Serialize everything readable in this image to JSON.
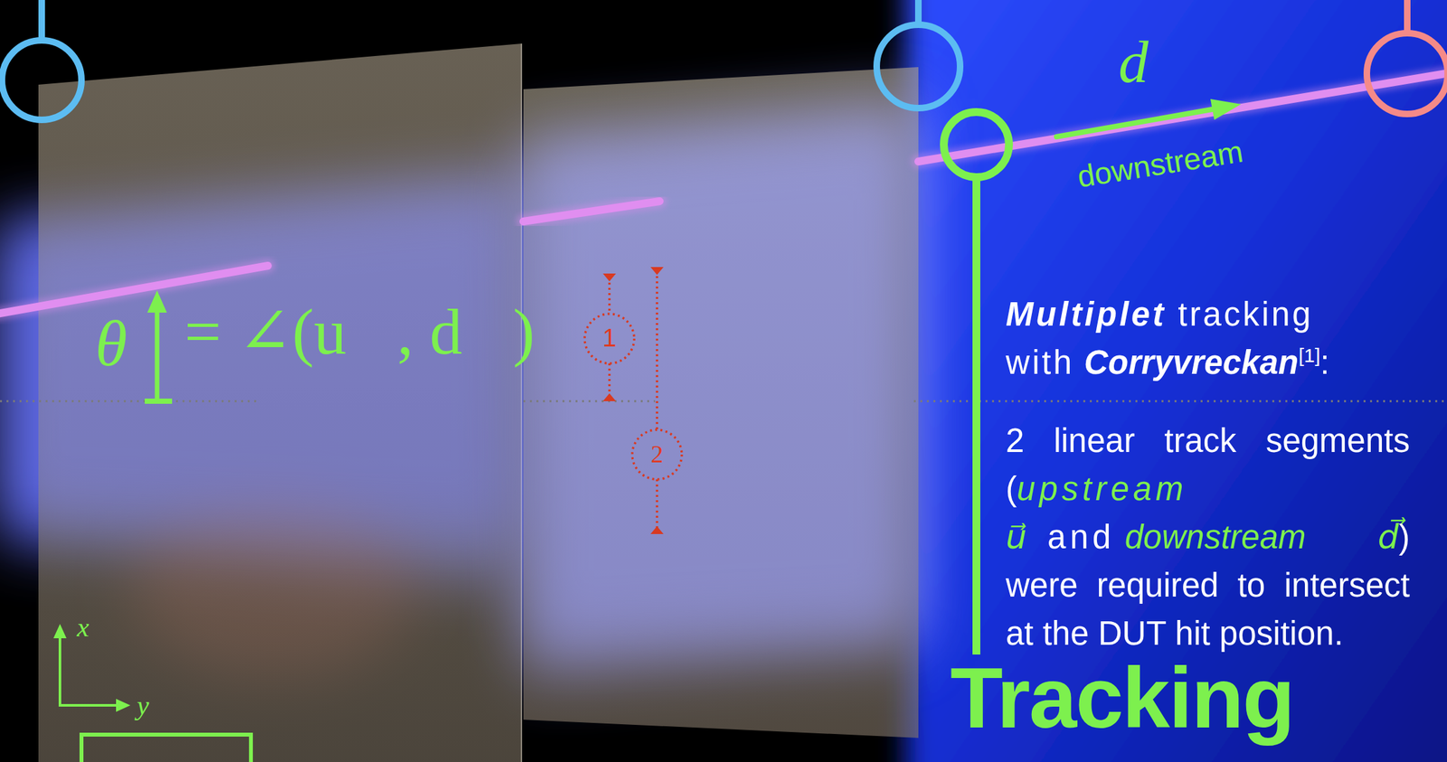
{
  "diagram": {
    "title": "Tracking",
    "labels": [
      "θ",
      "= ∠(u⃗, d⃗)",
      "1",
      "2",
      "d⃗",
      "downstream",
      "Multiplet",
      "tracking with",
      "Corryvreckan",
      "[1]",
      ":",
      "2 linear track segments (",
      "upstream u⃗",
      "and",
      "downstream d⃗",
      ") were required to intersect at the DUT hit position.",
      "x",
      "y"
    ]
  }
}
